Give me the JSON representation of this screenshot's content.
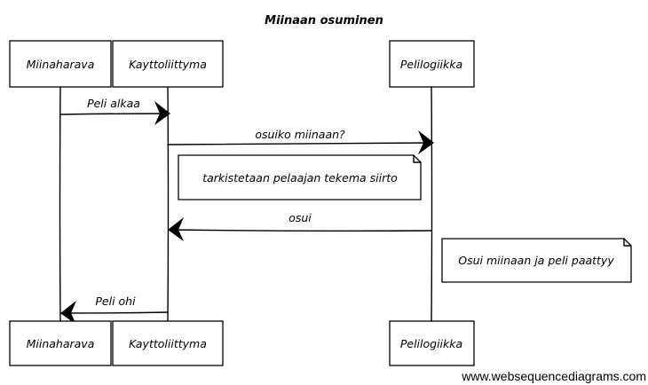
{
  "title": "Miinaan osuminen",
  "participants": [
    {
      "id": "p1",
      "label": "Miinaharava"
    },
    {
      "id": "p2",
      "label": "Kayttoliittyma"
    },
    {
      "id": "p3",
      "label": "Pelilogiikka"
    }
  ],
  "messages": [
    {
      "id": "m1",
      "from": "p1",
      "to": "p2",
      "label": "Peli alkaa"
    },
    {
      "id": "m2",
      "from": "p2",
      "to": "p3",
      "label": "osuiko miinaan?"
    },
    {
      "id": "m3",
      "from": "p3",
      "to": "p2",
      "label": "osui"
    },
    {
      "id": "m4",
      "from": "p2",
      "to": "p1",
      "label": "Peli ohi"
    }
  ],
  "notes": [
    {
      "id": "n1",
      "text": "tarkistetaan pelaajan tekema siirto"
    },
    {
      "id": "n2",
      "text": "Osui miinaan ja peli paattyy"
    }
  ],
  "watermark": "www.websequencediagrams.com"
}
